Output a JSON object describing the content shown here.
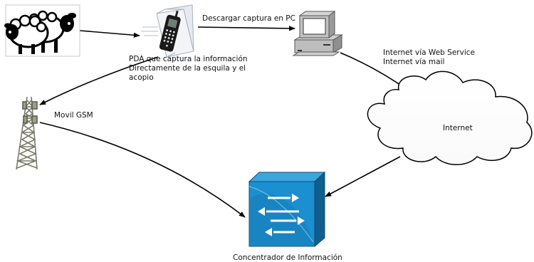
{
  "nodes": {
    "sheep": {
      "icon": "sheep-icon"
    },
    "pda": {
      "icon": "pda-phone-icon",
      "label_lines": [
        "PDA que captura la información",
        "Directamente de la esquila y el",
        "acopio"
      ]
    },
    "pc": {
      "icon": "desktop-computer-icon",
      "link_label": "Descargar captura en PC"
    },
    "tower": {
      "icon": "gsm-tower-icon",
      "label": "Movil GSM"
    },
    "internet": {
      "icon": "cloud-icon",
      "label": "Internet",
      "link_label_lines": [
        "Internet vía Web Service",
        "Internet vía mail"
      ]
    },
    "concentrator": {
      "icon": "concentrator-switch-icon",
      "label": "Concentrador de Información",
      "color": "#1b8fcf"
    }
  },
  "edges": [
    {
      "from": "sheep",
      "to": "pda"
    },
    {
      "from": "pda",
      "to": "pc"
    },
    {
      "from": "pc",
      "to": "internet"
    },
    {
      "from": "pda",
      "to": "tower"
    },
    {
      "from": "tower",
      "to": "concentrator"
    },
    {
      "from": "internet",
      "to": "concentrator"
    }
  ]
}
